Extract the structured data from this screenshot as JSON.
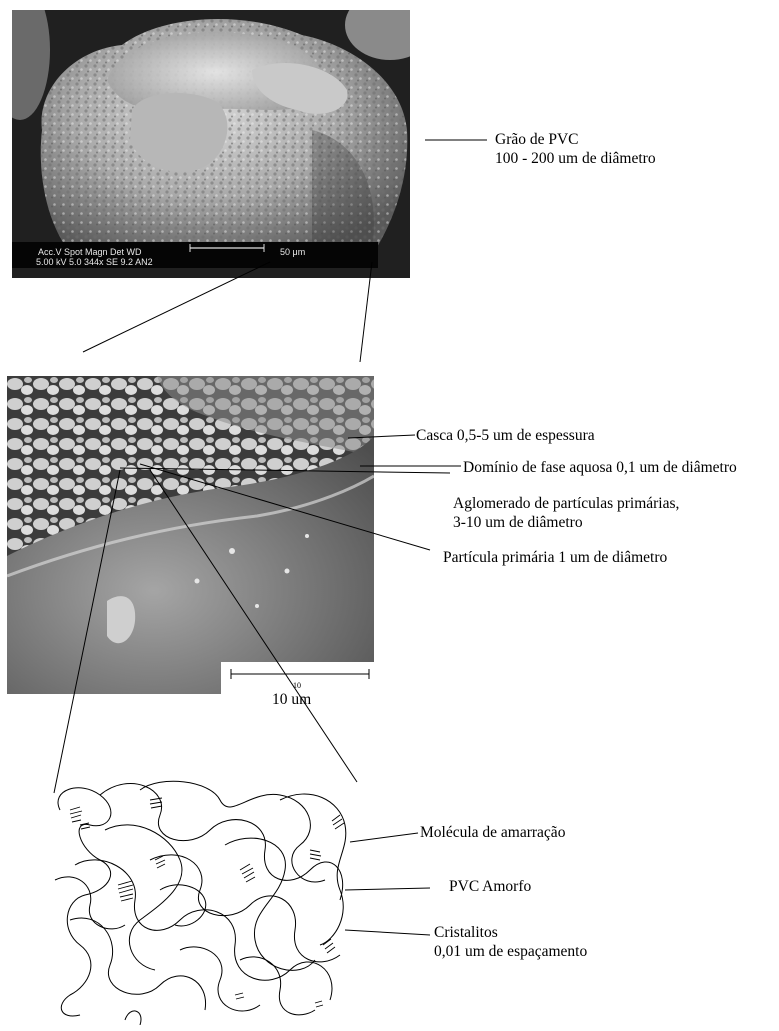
{
  "images": {
    "pvc_grain": {
      "scalebar": {
        "header": "Acc.V  Spot Magn   Det  WD",
        "values": "5.00 kV 5.0  344x    SE   9.2  AN2",
        "scale": "50 μm"
      }
    },
    "grain_closeup": {
      "scale_mark": "10",
      "scale_label": "10 um"
    }
  },
  "labels": {
    "grain": [
      "Grão de PVC",
      "100 - 200 um de diâmetro"
    ],
    "shell": "Casca 0,5-5 um de espessura",
    "aqueous_domain": "Domínio de fase aquosa 0,1 um de diâmetro",
    "agglomerate": [
      "Aglomerado de partículas primárias,",
      "3-10 um de diâmetro"
    ],
    "primary_particle": "Partícula primária 1 um de diâmetro",
    "tie_molecule": "Molécula de amarração",
    "amorphous": "PVC Amorfo",
    "crystallites": [
      "Cristalitos",
      "0,01 um de espaçamento"
    ]
  }
}
